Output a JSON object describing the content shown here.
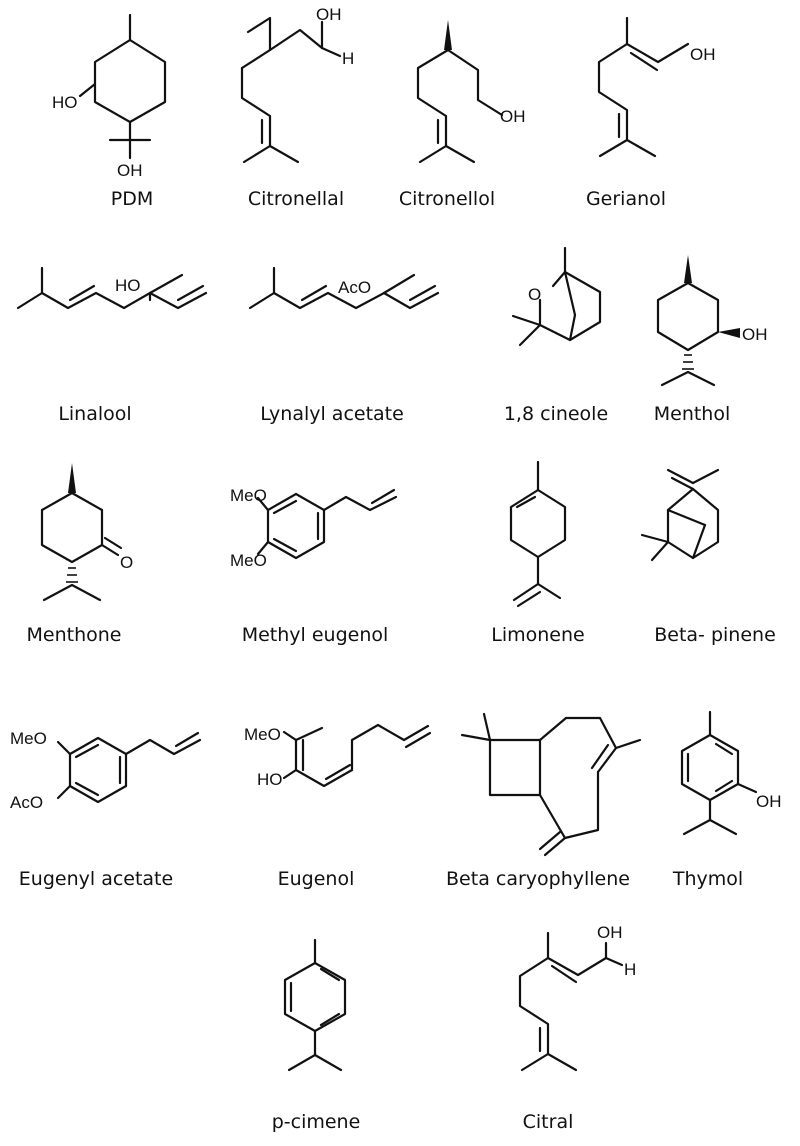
{
  "molecules": [
    {
      "name": "PDM",
      "atoms": [
        "HO",
        "OH"
      ]
    },
    {
      "name": "Citronellal",
      "atoms": [
        "OH",
        "H"
      ]
    },
    {
      "name": "Citronellol",
      "atoms": [
        "OH"
      ]
    },
    {
      "name": "Gerianol",
      "atoms": [
        "OH"
      ]
    },
    {
      "name": "Linalool",
      "atoms": [
        "HO"
      ]
    },
    {
      "name": "Lynalyl acetate",
      "atoms": [
        "AcO"
      ]
    },
    {
      "name": "1,8 cineole",
      "atoms": [
        "O"
      ]
    },
    {
      "name": "Menthol",
      "atoms": [
        "OH"
      ]
    },
    {
      "name": "Menthone",
      "atoms": [
        "O"
      ]
    },
    {
      "name": "Methyl eugenol",
      "atoms": [
        "MeO",
        "MeO"
      ]
    },
    {
      "name": "Limonene",
      "atoms": []
    },
    {
      "name": "Beta- pinene",
      "atoms": []
    },
    {
      "name": "Eugenyl acetate",
      "atoms": [
        "MeO",
        "AcO"
      ]
    },
    {
      "name": "Eugenol",
      "atoms": [
        "MeO",
        "HO"
      ]
    },
    {
      "name": "Beta caryophyllene",
      "atoms": []
    },
    {
      "name": "Thymol",
      "atoms": [
        "OH"
      ]
    },
    {
      "name": "p-cimene",
      "atoms": []
    },
    {
      "name": "Citral",
      "atoms": [
        "OH",
        "H"
      ]
    }
  ],
  "colors": {
    "ink": "#111111",
    "background": "#ffffff"
  }
}
